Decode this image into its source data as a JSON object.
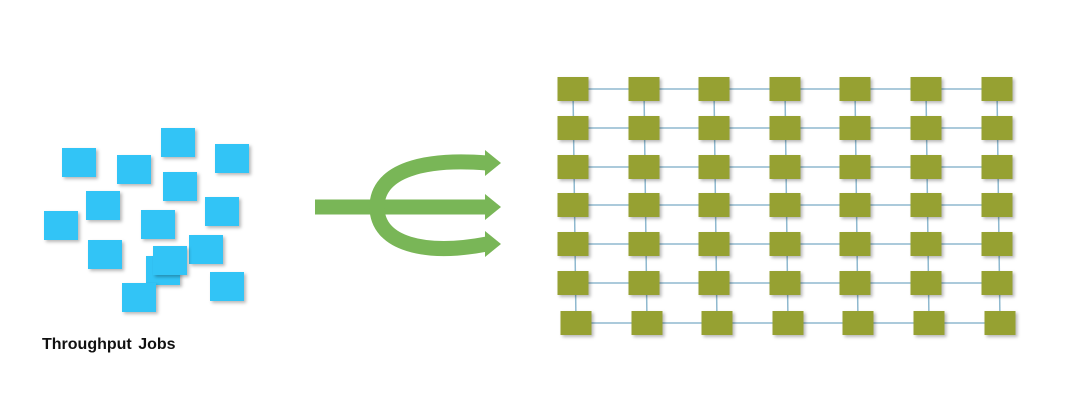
{
  "caption": "Throughput Jobs",
  "colors": {
    "job": "#33c4f6",
    "node": "#96a131",
    "link": "#8fb9cf",
    "arrow": "#79b657"
  },
  "jobs_count": 15,
  "grid": {
    "rows": 7,
    "cols": 7
  }
}
